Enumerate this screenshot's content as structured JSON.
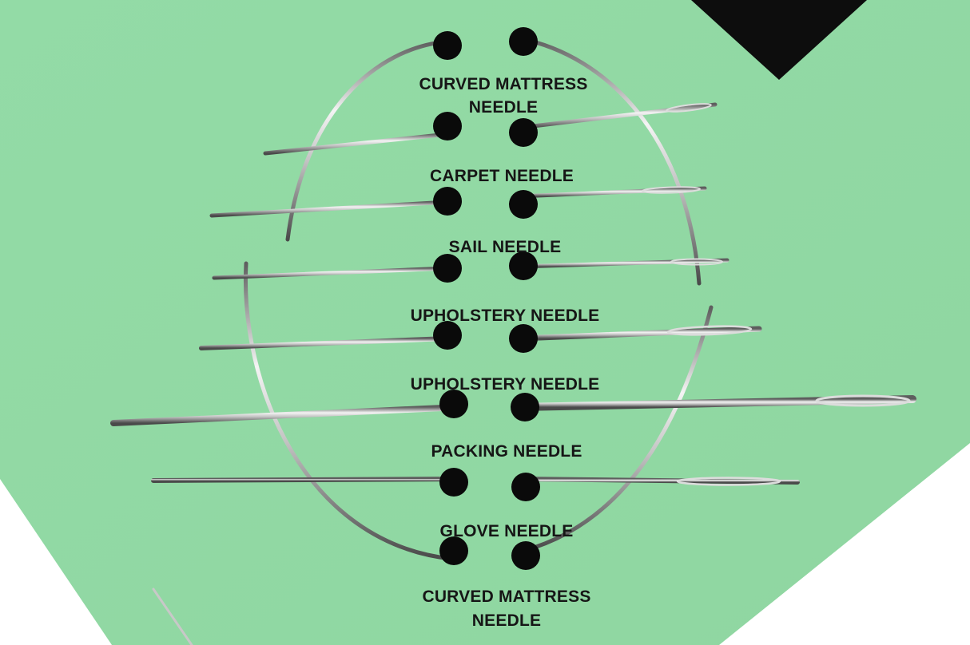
{
  "photo": {
    "subject": "needle-assortment-card",
    "colors": {
      "card": "#95dca8",
      "card_shade": "#86cf99",
      "background": "#ffffff",
      "black_tab": "#0d0d0d",
      "hole": "#0a0a0a",
      "steel_light": "#f2f2f2",
      "steel_mid": "#b9b9b9",
      "steel_dark": "#5a5a5a"
    },
    "labels": [
      {
        "id": "curved-mattress-top-line1",
        "text": "CURVED MATTRESS"
      },
      {
        "id": "curved-mattress-top-line2",
        "text": "NEEDLE"
      },
      {
        "id": "carpet",
        "text": "CARPET NEEDLE"
      },
      {
        "id": "sail",
        "text": "SAIL NEEDLE"
      },
      {
        "id": "upholstery-1",
        "text": "UPHOLSTERY NEEDLE"
      },
      {
        "id": "upholstery-2",
        "text": "UPHOLSTERY NEEDLE"
      },
      {
        "id": "packing",
        "text": "PACKING NEEDLE"
      },
      {
        "id": "glove",
        "text": "GLOVE NEEDLE"
      },
      {
        "id": "curved-mattress-bottom-line1",
        "text": "CURVED MATTRESS"
      },
      {
        "id": "curved-mattress-bottom-line2",
        "text": "NEEDLE"
      }
    ]
  }
}
